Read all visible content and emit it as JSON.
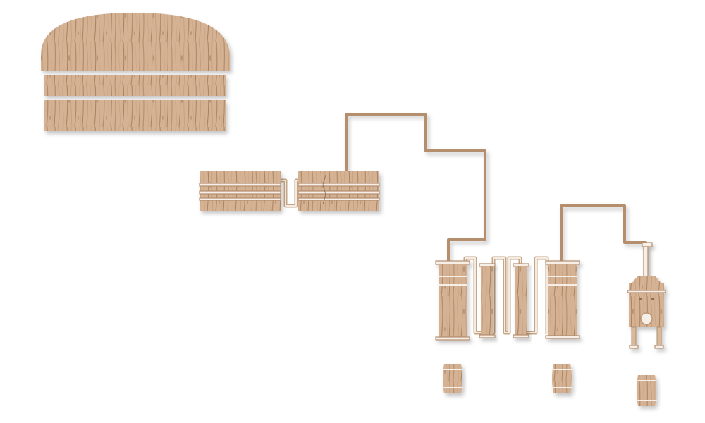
{
  "diagram": {
    "kind": "distillery-process-illustration",
    "material": "wood-texture",
    "colors": {
      "wood_light": "#d9b99a",
      "wood_mid": "#c4a07d",
      "wood_dark": "#a47f5f",
      "grain": "#8f6b4c",
      "pipe": "#b48e6d",
      "highlight": "#f6efe8",
      "background": "#ffffff"
    },
    "components": [
      {
        "id": "grain-silo",
        "icon": "grain-silo-icon"
      },
      {
        "id": "mash-tun",
        "icon": "vat-icon"
      },
      {
        "id": "fermenter",
        "icon": "vat-icon"
      },
      {
        "id": "wash-still-column",
        "icon": "column-icon"
      },
      {
        "id": "condenser-1",
        "icon": "column-icon"
      },
      {
        "id": "condenser-2",
        "icon": "column-icon"
      },
      {
        "id": "spirit-still-column",
        "icon": "column-icon"
      },
      {
        "id": "pot-still",
        "icon": "pot-still-icon"
      },
      {
        "id": "barrel-1",
        "icon": "barrel-icon"
      },
      {
        "id": "barrel-2",
        "icon": "barrel-icon"
      },
      {
        "id": "barrel-3",
        "icon": "barrel-icon"
      }
    ]
  }
}
